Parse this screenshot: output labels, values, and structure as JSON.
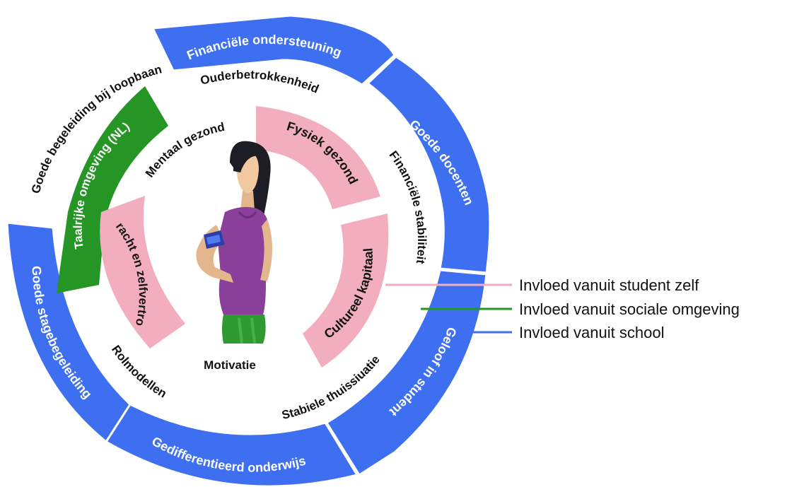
{
  "colors": {
    "student": "#f2aebe",
    "social": "#259625",
    "school": "#3e6ff1",
    "text_dark": "#111111",
    "text_light": "#ffffff"
  },
  "school_segments": [
    {
      "label": "Financiële ondersteuning"
    },
    {
      "label": "Goede docenten"
    },
    {
      "label": "Geloof in student"
    },
    {
      "label": "Gedifferentieerd onderwijs"
    },
    {
      "label": "Goede stagebegeleiding"
    }
  ],
  "social_middle": [
    {
      "label": "Goede begeleiding bij loopbaan",
      "filled": false
    },
    {
      "label": "Taalrijke omgeving (NL)",
      "filled": true
    },
    {
      "label": "Ouderbetrokkenheid",
      "filled": false
    },
    {
      "label": "Financiële stabiliteit",
      "filled": false
    },
    {
      "label": "Stabiele thuissiuatie",
      "filled": false
    },
    {
      "label": "Rolmodellen",
      "filled": false
    }
  ],
  "student_inner": [
    {
      "label": "Mentaal gezond",
      "filled": false
    },
    {
      "label": "Fysiek gezond",
      "filled": true
    },
    {
      "label": "Cultureel kapitaal",
      "filled": true
    },
    {
      "label": "Motivatie",
      "filled": false
    },
    {
      "label": "Veerkracht en zelfvertrouwen",
      "filled": true
    }
  ],
  "legend": [
    {
      "label": "Invloed vanuit student zelf",
      "color_key": "student"
    },
    {
      "label": "Invloed vanuit sociale omgeving",
      "color_key": "social"
    },
    {
      "label": "Invloed vanuit school",
      "color_key": "school"
    }
  ],
  "figure_icon": "student-woman-illustration"
}
